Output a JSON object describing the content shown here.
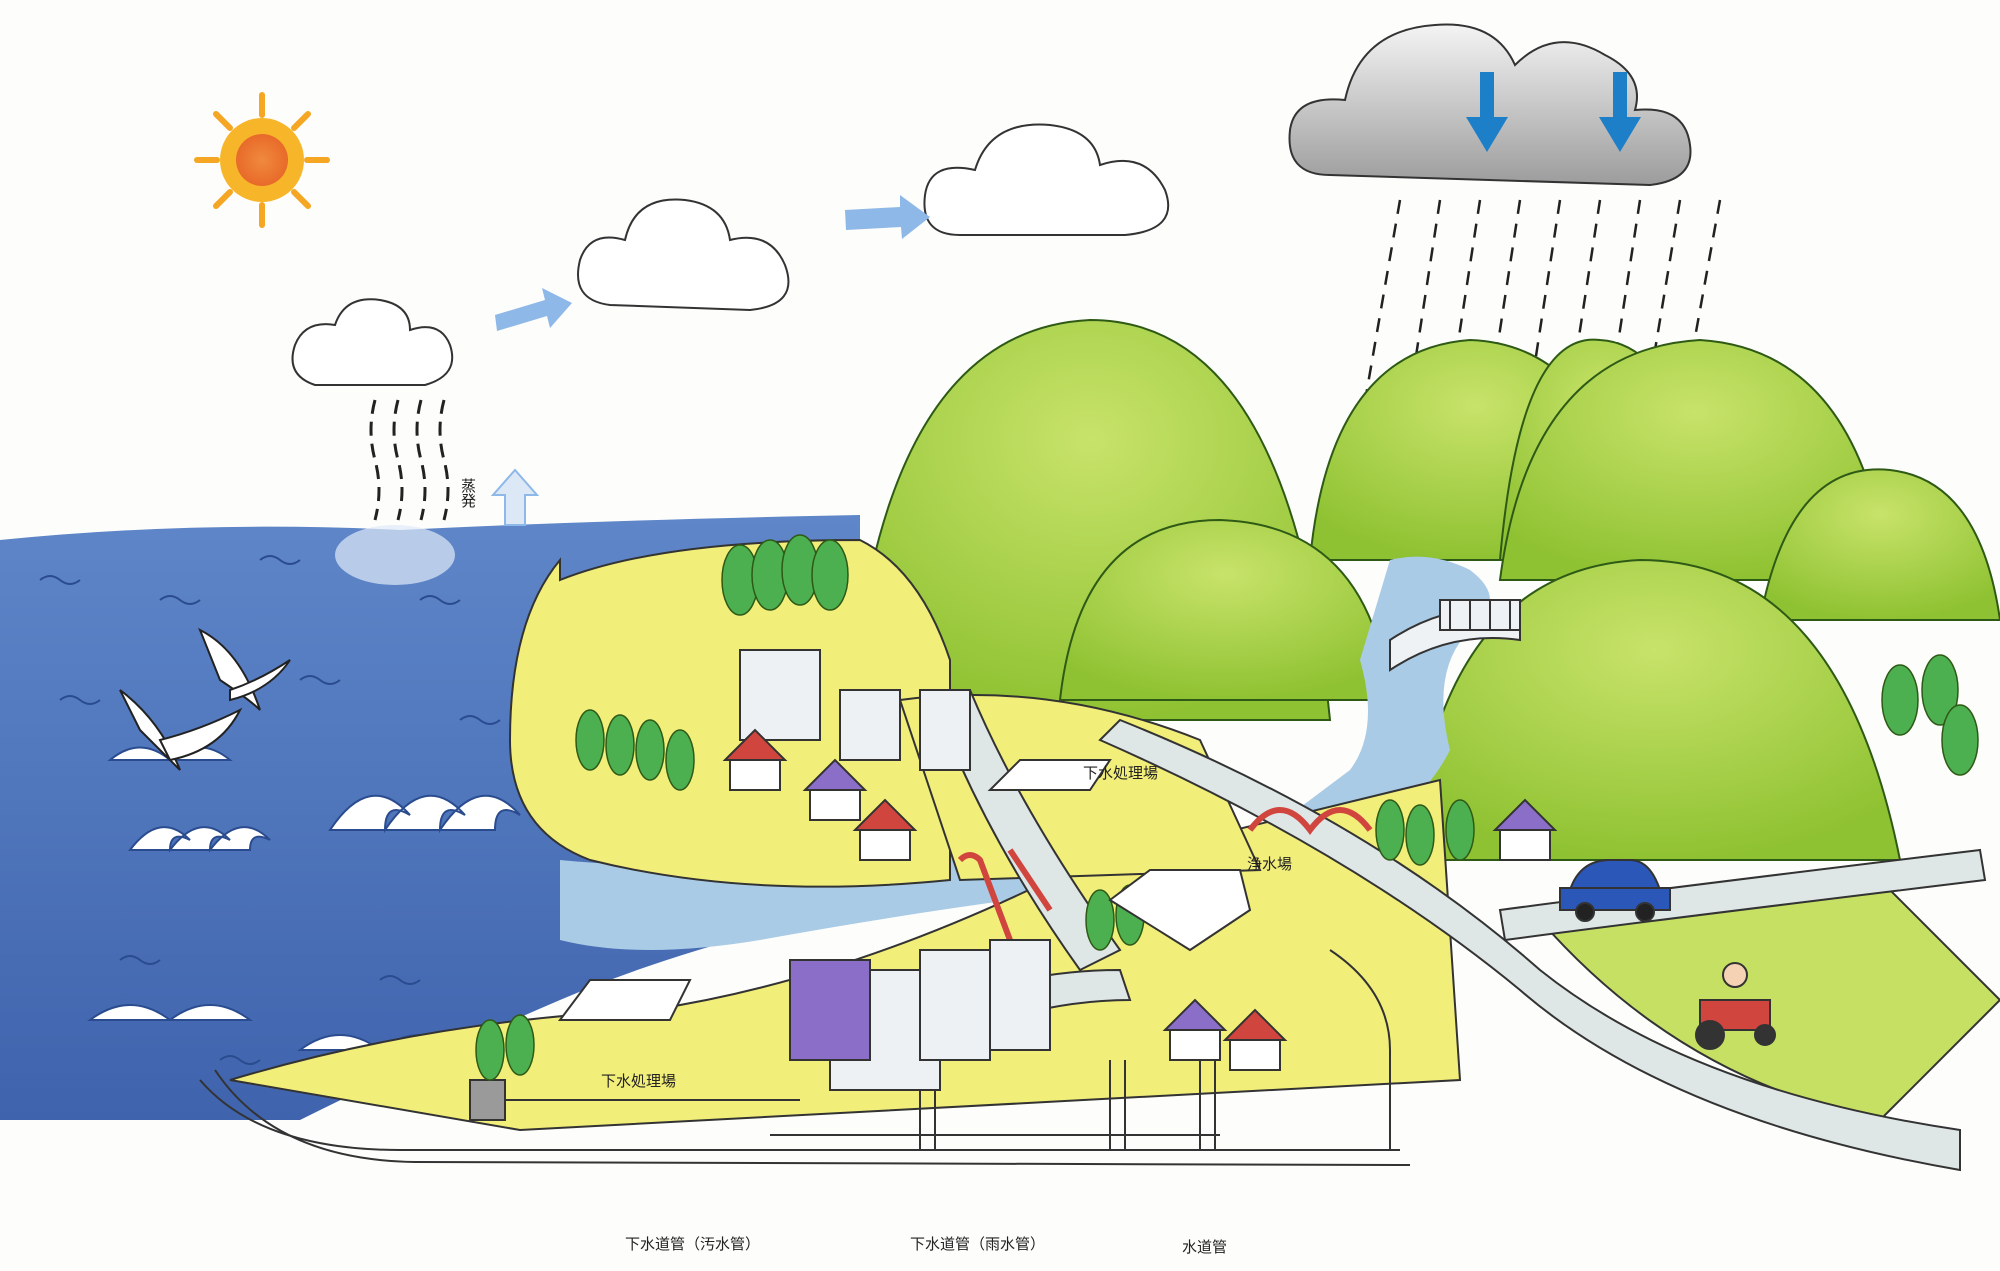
{
  "labels": {
    "evaporation": "蒸発",
    "sewage_plant_upper": "下水処理場",
    "water_purification_plant": "浄水場",
    "sewage_plant_lower": "下水処理場",
    "sewer_pipe_wastewater": "下水道管（汚水管）",
    "sewer_pipe_stormwater": "下水道管（雨水管）",
    "water_pipe": "水道管"
  },
  "colors": {
    "sea": "#4f78c0",
    "sea_light": "#7aa0d8",
    "sky_arrow": "#8db8e8",
    "rain_arrow": "#1d7fc8",
    "mountain": "#9acd32",
    "mountain_light": "#c5e07a",
    "forest": "#4caf50",
    "land": "#f2ee7a",
    "road": "#dfe6e6",
    "river": "#a9cbe6",
    "sun": "#f5a623",
    "bridge": "#d0453e",
    "pipe": "#e9eef2"
  },
  "icons": [
    "sun-icon",
    "cloud-icon",
    "rain-cloud-icon",
    "arrow-right-icon",
    "arrow-down-icon",
    "arrow-up-icon",
    "seagull-icon",
    "wave-icon",
    "mountain-icon",
    "tree-icon",
    "building-icon",
    "house-icon",
    "bridge-icon",
    "dam-icon",
    "car-icon",
    "tractor-icon"
  ]
}
